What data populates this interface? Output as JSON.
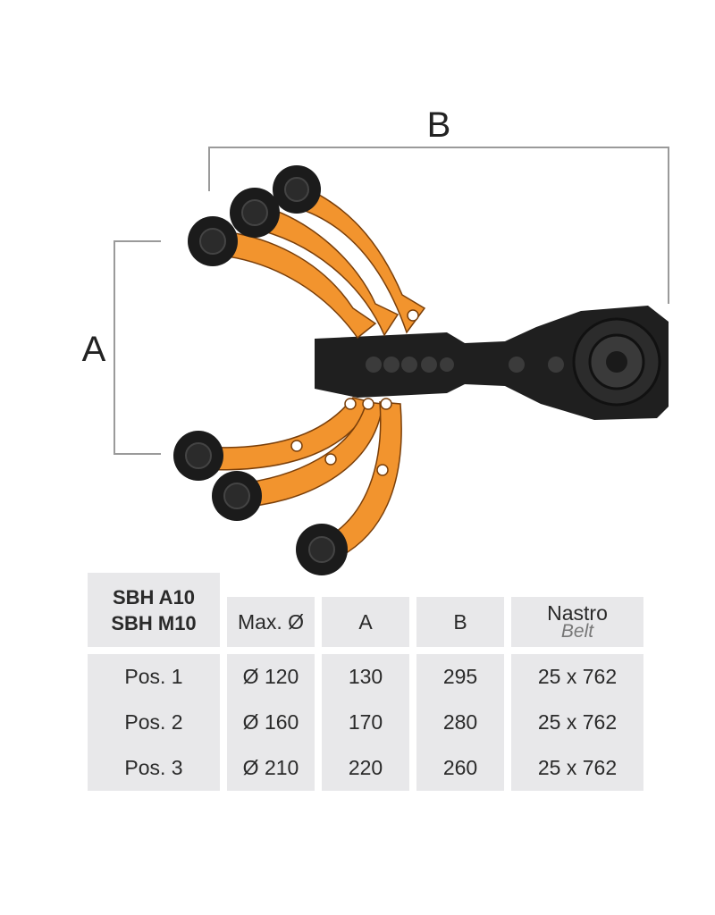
{
  "diagram": {
    "label_a": "A",
    "label_b": "B",
    "colors": {
      "arm": "#f2942e",
      "wheel": "#1b1b1b",
      "body": "#222222",
      "dim_line": "#9a9a9a"
    }
  },
  "table": {
    "models": [
      "SBH A10",
      "SBH M10"
    ],
    "headers": {
      "max": "Max. Ø",
      "a": "A",
      "b": "B",
      "belt_it": "Nastro",
      "belt_en": "Belt"
    },
    "rows": [
      {
        "pos": "Pos. 1",
        "max": "Ø 120",
        "a": "130",
        "b": "295",
        "belt": "25 x 762"
      },
      {
        "pos": "Pos. 2",
        "max": "Ø 160",
        "a": "170",
        "b": "280",
        "belt": "25 x 762"
      },
      {
        "pos": "Pos. 3",
        "max": "Ø 210",
        "a": "220",
        "b": "260",
        "belt": "25 x 762"
      }
    ]
  }
}
